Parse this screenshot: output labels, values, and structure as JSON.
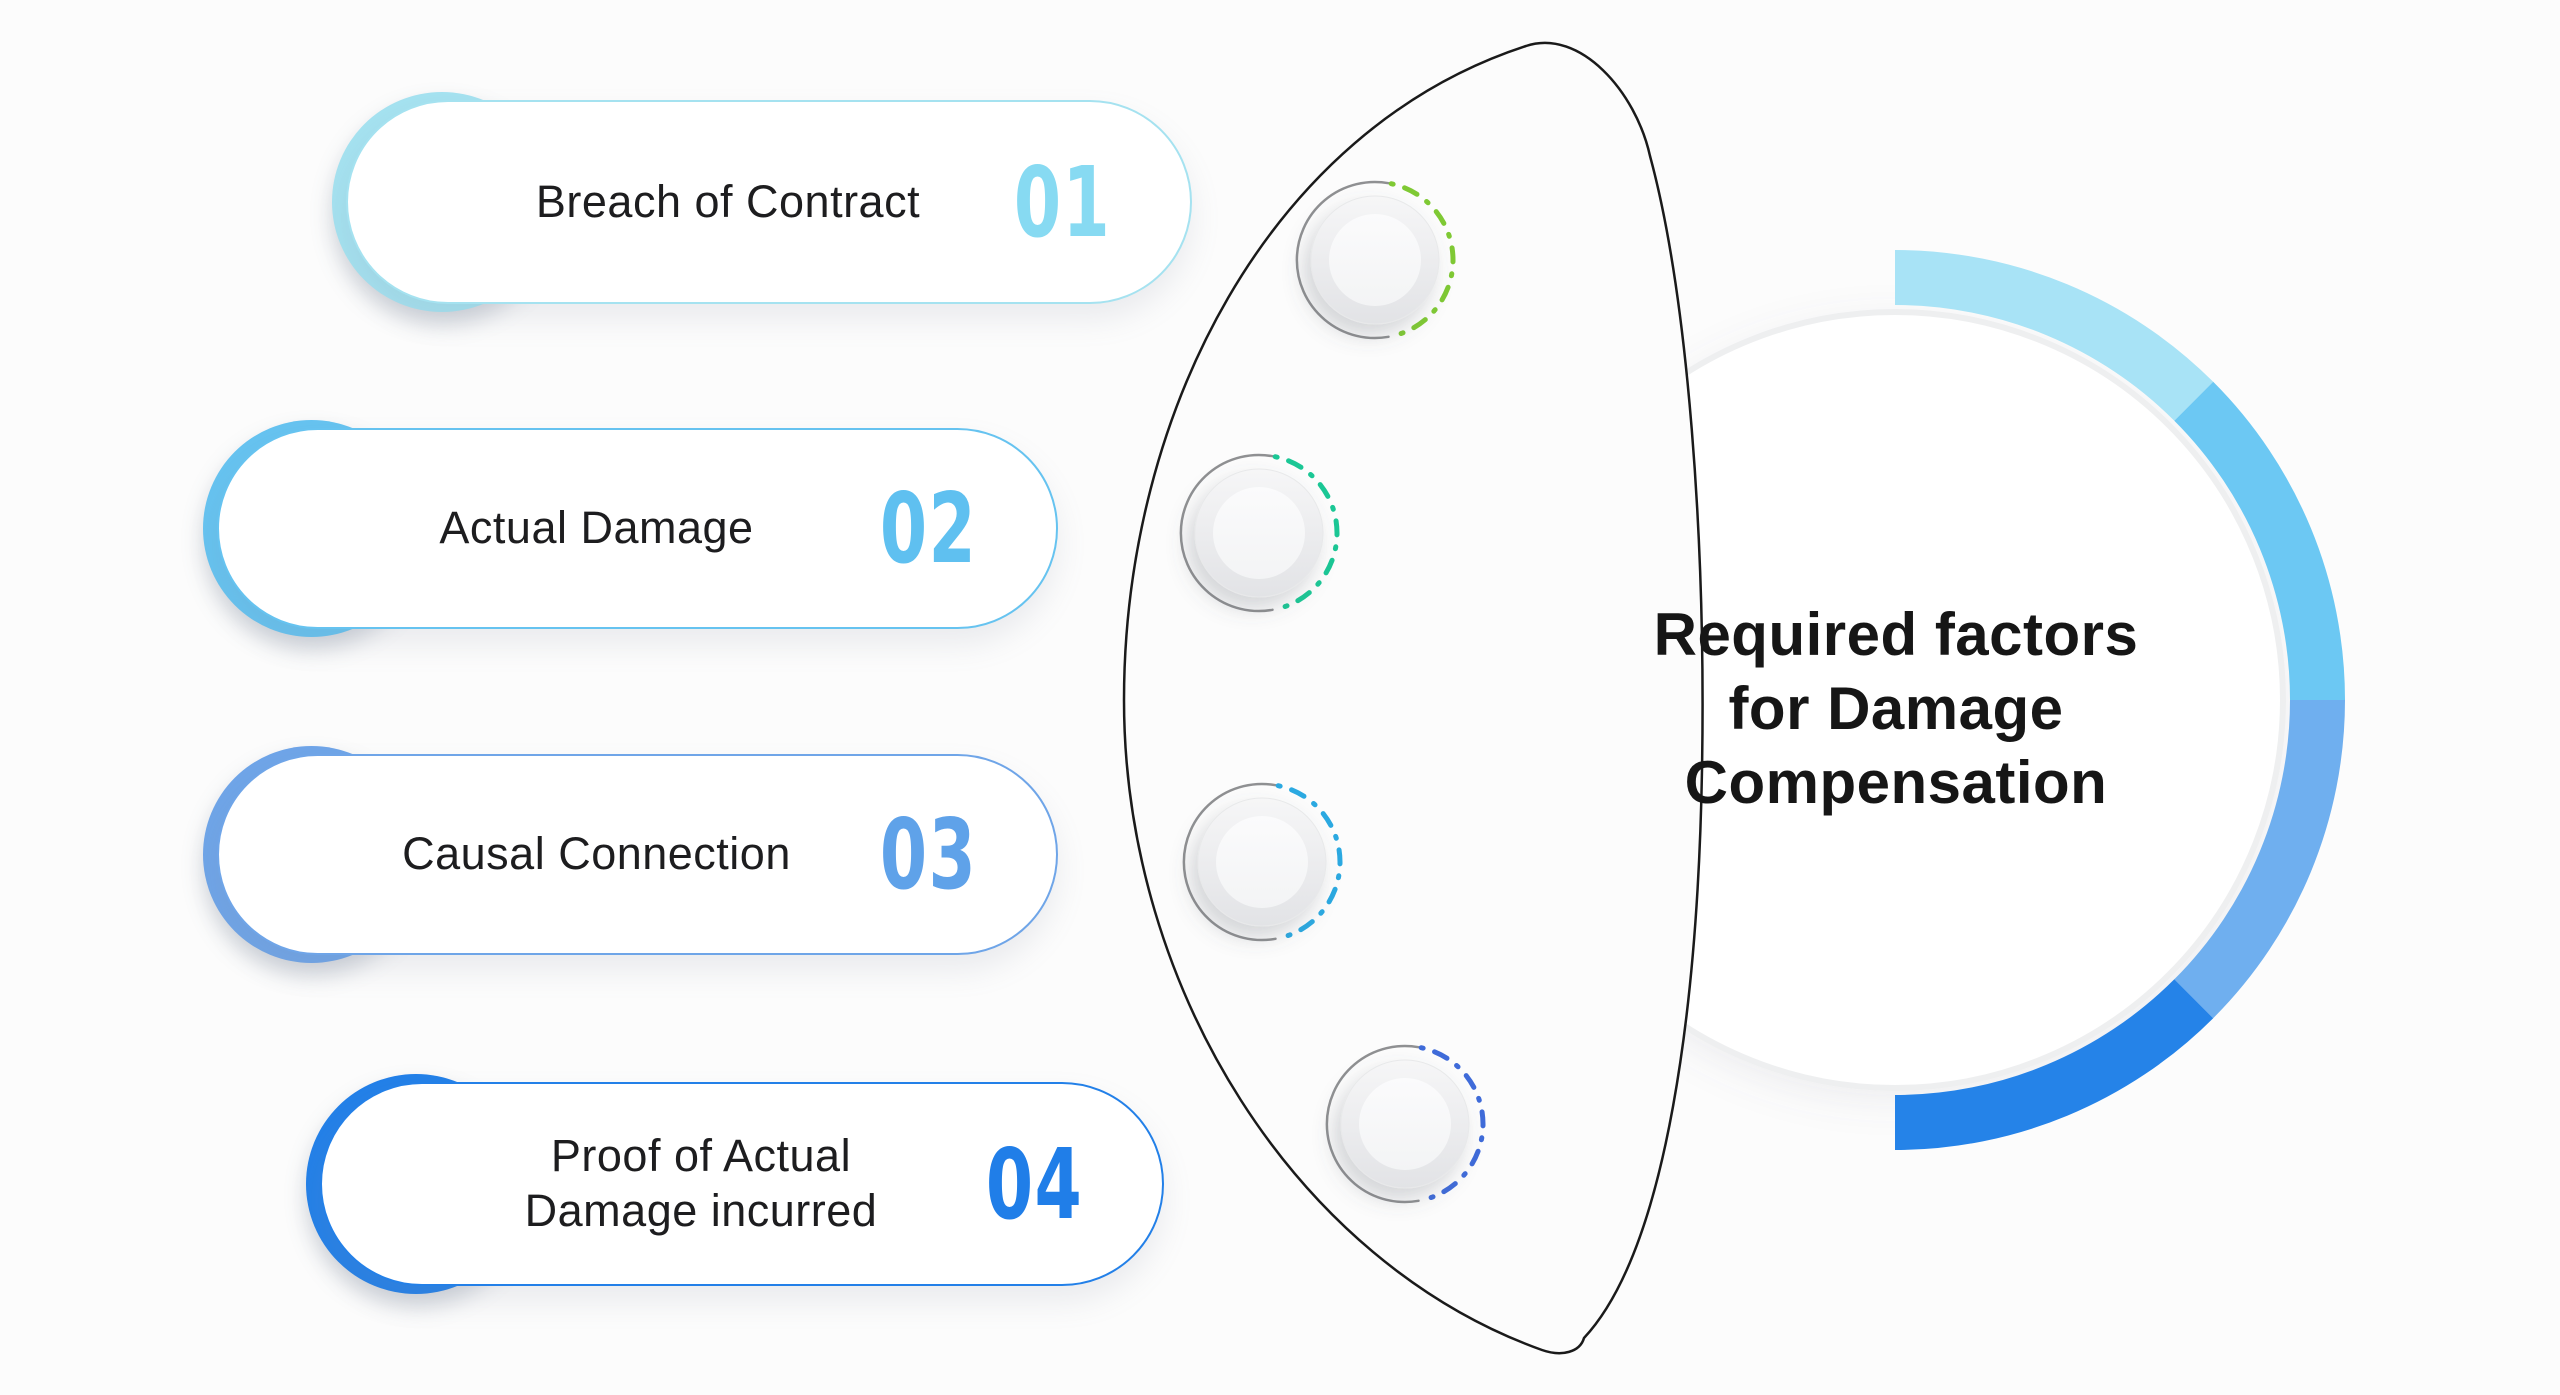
{
  "title": {
    "text": "Required factors for Damage Compensation"
  },
  "items": [
    {
      "label": "Breach of Contract",
      "number": "01",
      "accent": "#A5E2F0",
      "number_color": "#87DAF2",
      "dot_color": "#7FC934"
    },
    {
      "label": "Actual Damage",
      "number": "02",
      "accent": "#66C3F0",
      "number_color": "#5FC0F0",
      "dot_color": "#1BC795"
    },
    {
      "label": "Causal Connection",
      "number": "03",
      "accent": "#6FA5E8",
      "number_color": "#5FA2E9",
      "dot_color": "#2BA9E1"
    },
    {
      "label": "Proof of Actual Damage incurred",
      "number": "04",
      "accent": "#2380E8",
      "number_color": "#207EE8",
      "dot_color": "#3F6BD9"
    }
  ],
  "ring": {
    "segments": [
      "#A8E3F6",
      "#6CC8F3",
      "#6FAFEF",
      "#2583E8"
    ]
  },
  "colors": {
    "background": "#FCFCFC",
    "crescent_fill": "#FCFCFC",
    "crescent_line": "#1A1A1A",
    "knob_arc_gray": "#8F9092",
    "center_circle_fill": "#FFFFFF",
    "center_circle_edge": "#EEEFF0",
    "text": "#161616"
  }
}
